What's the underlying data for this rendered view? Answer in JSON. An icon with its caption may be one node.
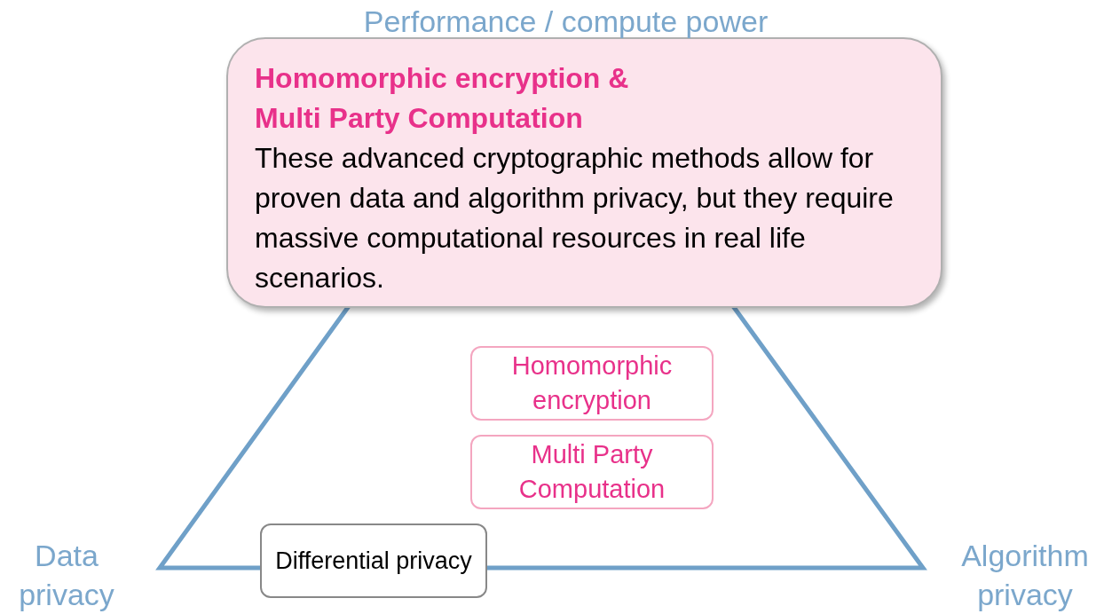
{
  "diagram": {
    "nodes": [
      {
        "text": [
          "Homomorphic encryption & Multi Party Computation",
          "These advanced cryptographic methods allow for proven data and algorithm privacy, but they require massive computational resources in real life scenarios."
        ]
      },
      {
        "text": [
          "Homomorphic encryption"
        ]
      },
      {
        "text": [
          "Multi Party Computation"
        ]
      },
      {
        "text": [
          "Differential privacy"
        ]
      }
    ],
    "labels": [
      "Performance / compute power",
      "Data privacy",
      "Algorithm privacy"
    ]
  }
}
